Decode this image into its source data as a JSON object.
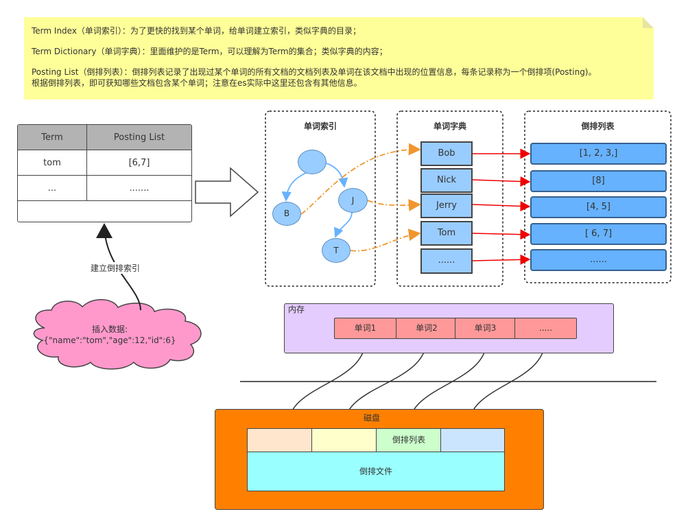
{
  "note": {
    "line1": "Term Index（单词索引）：为了更快的找到某个单词，给单词建立索引，类似字典的目录；",
    "line2": "Term Dictionary（单词字典）：里面维护的是Term，可以理解为Term的集合；类似字典的内容；",
    "line3": "Posting List（倒排列表）：倒排列表记录了出现过某个单词的所有文档的文档列表及单词在该文档中出现的位置信息，每条记录称为一个倒排项(Posting)。",
    "line4": "根据倒排列表，即可获知哪些文档包含某个单词；注意在es实际中这里还包含有其他信息。"
  },
  "table": {
    "headers": [
      "Term",
      "Posting List"
    ],
    "rows": [
      [
        "tom",
        "[6,7]"
      ],
      [
        "...",
        "......."
      ]
    ]
  },
  "build_label": "建立倒排索引",
  "insert": {
    "line1": "插入数据:",
    "line2": "{\"name\":\"tom\",\"age\":12,\"id\":6}"
  },
  "panels": {
    "index_title": "单词索引",
    "dict_title": "单词字典",
    "posting_title": "倒排列表"
  },
  "tree_nodes": [
    "",
    "B",
    "J",
    "T"
  ],
  "dictionary": [
    "Bob",
    "Nick",
    "Jerry",
    "Tom",
    "......"
  ],
  "postings": [
    "[1, 2, 3,]",
    "[8]",
    "[4, 5]",
    "[ 6, 7]",
    "......"
  ],
  "memory": {
    "label": "内存",
    "words": [
      "单词1",
      "单词2",
      "单词3",
      "....."
    ]
  },
  "disk": {
    "label": "磁盘",
    "segment_label": "倒排列表",
    "file_label": "倒排文件"
  },
  "colors": {
    "note": "#ffff99",
    "dict": "#99ccff",
    "posting": "#66b2ff",
    "memory": "#e5ccff",
    "word": "#ff9999",
    "disk": "#ff8000",
    "file": "#99ffff",
    "cloud": "#ff99cc",
    "arrow_red": "#ee0000",
    "arrow_orange": "#f0962e"
  }
}
